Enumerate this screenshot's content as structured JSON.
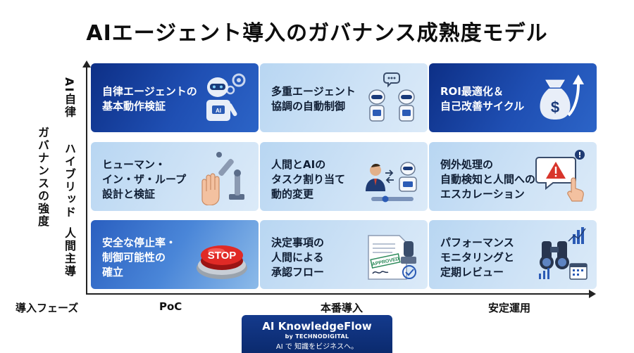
{
  "title": "AIエージェント導入のガバナンス成熟度モデル",
  "y_axis": {
    "label": "ガバナンスの強度",
    "levels": [
      "AI自律",
      "ハイブリッド",
      "人間主導"
    ]
  },
  "x_axis": {
    "label": "導入フェーズ",
    "levels": [
      "PoC",
      "本番導入",
      "安定運用"
    ]
  },
  "cells": [
    {
      "row": "AI自律",
      "col": "PoC",
      "text": "自律エージェントの\n基本動作検証",
      "icon": "robot-thinking-icon",
      "style": "dark"
    },
    {
      "row": "AI自律",
      "col": "本番導入",
      "text": "多重エージェント\n協調の自動制御",
      "icon": "robots-conversation-icon",
      "style": "light"
    },
    {
      "row": "AI自律",
      "col": "安定運用",
      "text": "ROI最適化＆\n自己改善サイクル",
      "icon": "money-bag-growth-icon",
      "style": "dark"
    },
    {
      "row": "ハイブリッド",
      "col": "PoC",
      "text": "ヒューマン・\nイン・ザ・ループ\n設計と検証",
      "icon": "robot-arm-hand-icon",
      "style": "light"
    },
    {
      "row": "ハイブリッド",
      "col": "本番導入",
      "text": "人間とAIの\nタスク割り当て\n動的変更",
      "icon": "human-ai-exchange-icon",
      "style": "light"
    },
    {
      "row": "ハイブリッド",
      "col": "安定運用",
      "text": "例外処理の\n自動検知と人間への\nエスカレーション",
      "icon": "alert-notification-icon",
      "style": "light"
    },
    {
      "row": "人間主導",
      "col": "PoC",
      "text": "安全な停止率・\n制御可能性の\n確立",
      "icon": "stop-button-icon",
      "style": "mid"
    },
    {
      "row": "人間主導",
      "col": "本番導入",
      "text": "決定事項の\n人間による\n承認フロー",
      "icon": "approval-stamp-icon",
      "style": "light"
    },
    {
      "row": "人間主導",
      "col": "安定運用",
      "text": "パフォーマンス\nモニタリングと\n定期レビュー",
      "icon": "binoculars-charts-icon",
      "style": "light"
    }
  ],
  "stop_button_text": "STOP",
  "stamp_text": "APPROVED",
  "robot_badge_text": "AI",
  "footer": {
    "brand": "AI KnowledgeFlow",
    "by": "by TECHNODIGITAL",
    "tagline": "AI で 知識をビジネスへ。"
  }
}
